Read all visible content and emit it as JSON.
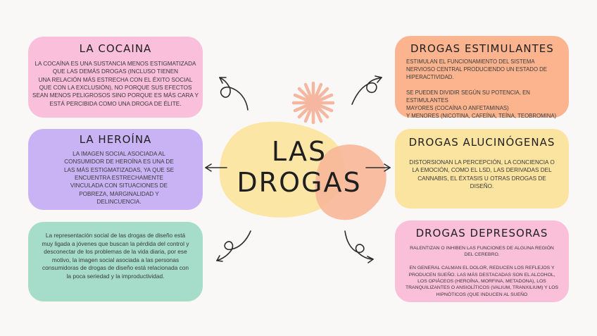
{
  "title_line1": "LAS",
  "title_line2": "DROGAS",
  "cards": {
    "cocaina": {
      "title": "LA COCAINA",
      "text": "LA COCAÍNA ES UNA SUSTANCIA MENOS ESTIGMATIZADA QUE LAS DEMÁS DROGAS (INCLUSO TIENEN\nUNA RELACIÓN MÁS ESTRECHA CON EL ÉXITO SOCIAL QUE CON LA EXCLUSIÓN), NO PORQUE SUS EFECTOS SEAN MENOS PELIGROSOS SINO PORQUE ES MÁS CARA Y ESTÁ PERCIBIDA COMO UNA DROGA DE ÉLITE."
    },
    "heroina": {
      "title": "LA HEROÍNA",
      "text": "LA IMAGEN SOCIAL ASOCIADA AL CONSUMIDOR DE HEROÍNA ES UNA DE LAS MÁS ESTIGMATIZADAS, YA QUE SE ENCUENTRA ESTRECHAMENTE VINCULADA CON SITUACIONES DE POBREZA, MARGINALIDAD Y DELINCUENCIA."
    },
    "diseno": {
      "text": "La representación social de las drogas de diseño está muy ligada a jóvenes que buscan la pérdida del control y desconectar de los problemas de la vida diaria, por ese motivo, la imagen social asociada a las personas consumidoras de drogas de diseño está relacionada con la poca seriedad y la improductividad."
    },
    "estimulantes": {
      "title": "DROGAS ESTIMULANTES",
      "text": "ESTIMULAN EL FUNCIONAMIENTO DEL SISTEMA NERVIOSO CENTRAL PRODUCIENDO UN ESTADO DE HIPERACTIVIDAD.\n\nSE PUEDEN DIVIDIR SEGÚN SU POTENCIA, EN ESTIMULANTES\nMAYORES (COCAÍNA O ANFETAMINAS)\nY MENORES (NICOTINA, CAFEÍNA, TEÍNA, TEOBROMINA)"
    },
    "alucinogenas": {
      "title": "DROGAS ALUCINÓGENAS",
      "text": "DISTORSIONAN LA PERCEPCIÓN, LA CONCIENCIA O LA EMOCIÓN, COMO EL LSD, LAS DERIVADAS DEL CANNABIS, EL ÉXTASIS U OTRAS DROGAS DE DISEÑO."
    },
    "depresoras": {
      "title": "DROGAS DEPRESORAS",
      "text": "RALENTIZAN O INHIBEN LAS FUNCIONES DE ALGUNA REGIÓN DEL CEREBRO.\n\nEN GENERAL CALMAN EL DOLOR, REDUCEN LOS REFLEJOS Y PRODUCEN SUEÑO. LAS MÁS DESTACADAS SON EL ALCOHOL, LOS OPIÁCEOS (HEROÍNA, MORFINA, METADONA), LOS TRANQUILIZANTES O ANSIOLÍTICOS (VALIUM, TRANXILIUM) Y LOS HIPNÓTICOS (QUE INDUCEN AL SUEÑO"
    }
  },
  "colors": {
    "pink": "#f9bfdb",
    "lavender": "#c9b3f4",
    "mint": "#a6dcca",
    "peach": "#fcb48f",
    "butter": "#fbe3a0",
    "blob_yellow": "#fbe6a6",
    "blob_orange": "#f8b89a",
    "sun": "#f6b7a0"
  },
  "icons": [
    "sun-burst-icon",
    "curly-arrow-icon"
  ]
}
